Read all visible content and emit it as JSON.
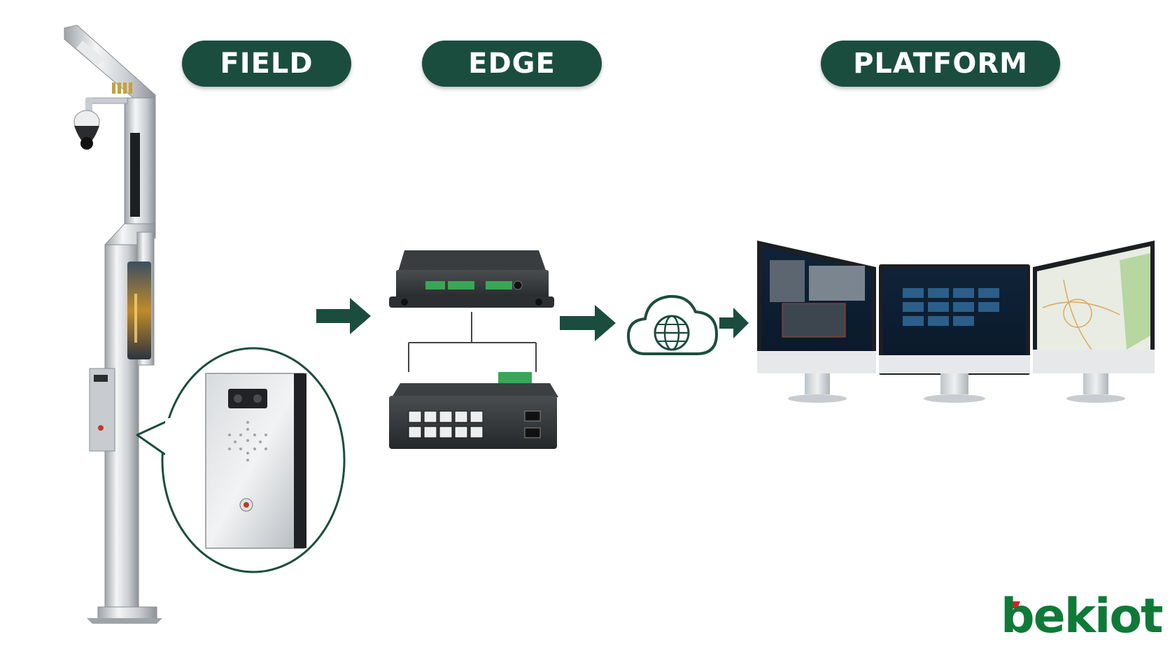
{
  "sections": {
    "field": "FIELD",
    "edge": "EDGE",
    "platform": "PLATFORM"
  },
  "brand": {
    "logo_text": "bekiot"
  },
  "colors": {
    "pill_bg": "#1b4d3e",
    "pill_text": "#ffffff",
    "logo_green": "#0f7a38",
    "logo_red": "#d82020",
    "arrow": "#1b4d3e"
  },
  "icons": {
    "cloud": "cloud-globe-icon",
    "arrows": "right-arrow-icon"
  }
}
